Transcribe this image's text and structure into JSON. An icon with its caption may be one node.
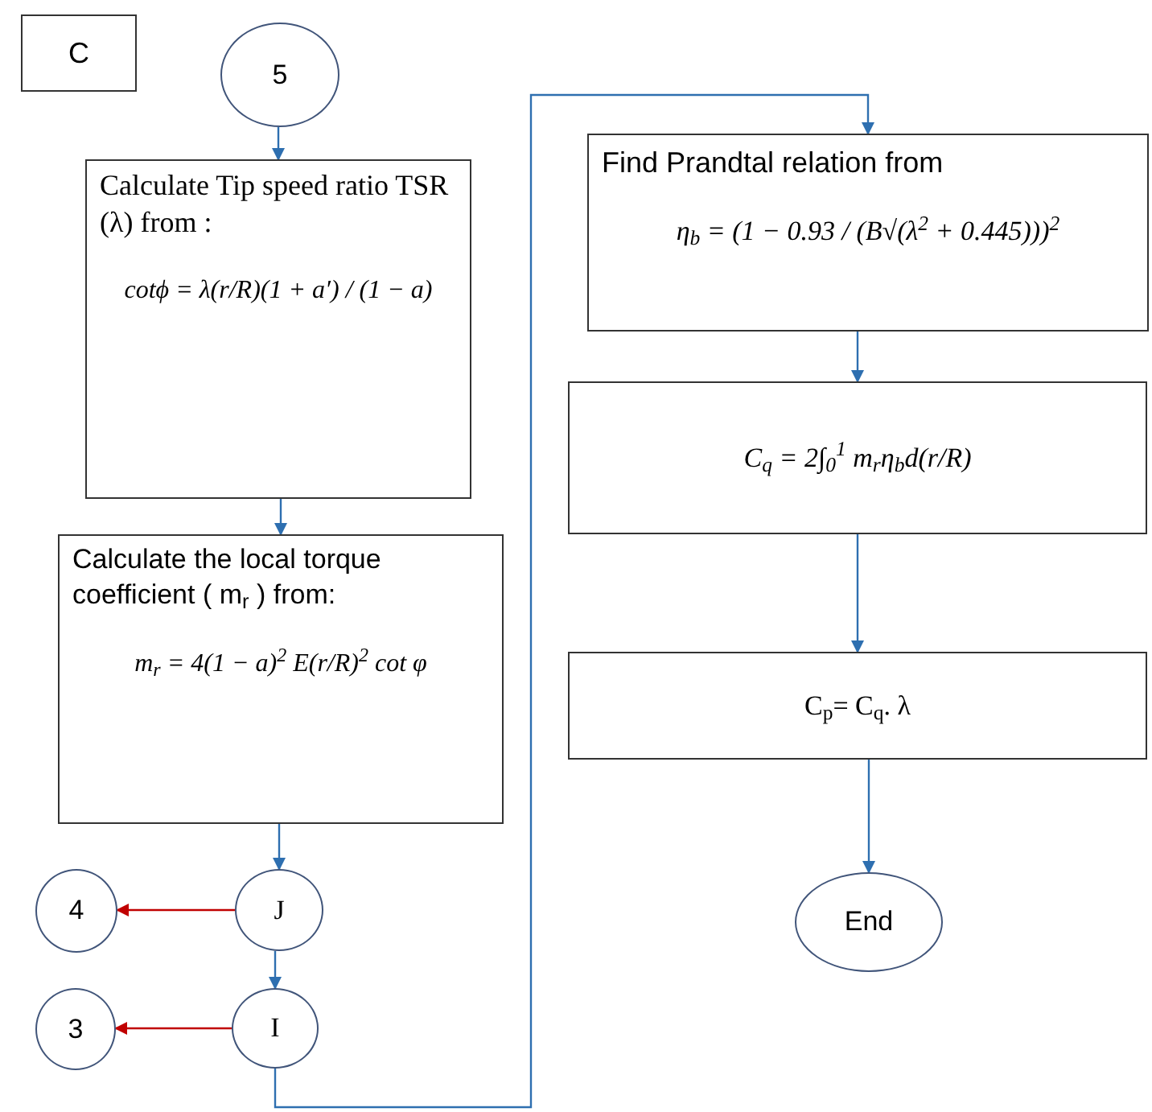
{
  "diagram": {
    "nodes": [
      {
        "text": [
          "C"
        ]
      },
      {
        "text": [
          "5"
        ]
      },
      {
        "text": [
          "Calculate Tip speed ratio TSR (λ) from :",
          "cotϕ = λ(r/R)(1 + a′) / (1 − a)"
        ]
      },
      {
        "text": [
          "Calculate the local torque coefficient ( m$_{r}$ ) from:",
          "m$_{r}$ = 4(1 − a)$^{2}$ E(r/R)$^{2}$ cot φ"
        ]
      },
      {
        "text": [
          "J"
        ]
      },
      {
        "text": [
          "4"
        ]
      },
      {
        "text": [
          "I"
        ]
      },
      {
        "text": [
          "3"
        ]
      },
      {
        "text": [
          "Find Prandtal relation from",
          "η$_{b}$ = (1 − 0.93 / (B√(λ$^{2}$ + 0.445)))$^{2}$"
        ]
      },
      {
        "text": [
          "C$_{q}$ = 2∫$_{0}$$^{1}$ m$_{r}$η$_{b}$d(r/R)"
        ]
      },
      {
        "text": [
          "C$_{p}$= C$_{q}$. λ"
        ]
      },
      {
        "text": [
          "End"
        ]
      }
    ],
    "edges": [
      {
        "from": 1,
        "to": 2,
        "arrow": "to"
      },
      {
        "from": 2,
        "to": 3,
        "arrow": "to"
      },
      {
        "from": 3,
        "to": 4,
        "arrow": "to"
      },
      {
        "from": 4,
        "to": 5,
        "arrow": "to",
        "color": "#c00000"
      },
      {
        "from": 4,
        "to": 6,
        "arrow": "to"
      },
      {
        "from": 6,
        "to": 7,
        "arrow": "to",
        "color": "#c00000"
      },
      {
        "from": 6,
        "to": 8,
        "arrow": "to"
      },
      {
        "from": 8,
        "to": 9,
        "arrow": "to"
      },
      {
        "from": 9,
        "to": 10,
        "arrow": "to"
      },
      {
        "from": 10,
        "to": 11,
        "arrow": "to"
      }
    ]
  }
}
